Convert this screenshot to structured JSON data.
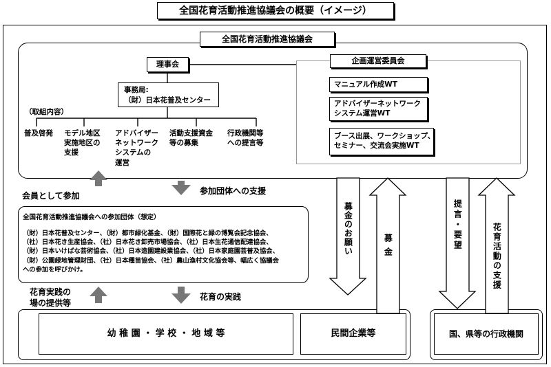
{
  "title": "全国花育活動推進協議会の概要（イメージ）",
  "council_name": "全国花育活動推進協議会",
  "board": "理事会",
  "secretariat": "事務局:\n（財）日本花普及センター",
  "activities_heading": "（取組内容）",
  "activities": [
    "普及啓発",
    "モデル地区\n実施地区の\n支援",
    "アドバイザー\nネットワーク\nシステムの\n運営",
    "活動支援資金\n等の募集",
    "行政機関等\nへの提言等"
  ],
  "planning_committee": "企画運営委員会",
  "working_teams": [
    "マニュアル作成WT",
    "アドバイザーネットワーク\nシステム運営WT",
    "ブース出展、ワークショップ、\nセミナー、交流会実施WT"
  ],
  "member_label": "会員として参加",
  "support_label": "参加団体への支援",
  "groups_title": "全国花育活動推進協議会への参加団体（想定）",
  "groups_body": "（財）日本花普及センター、（財）都市緑化基金、（財）国際花と緑の博覧会記念協会、\n（社）日本花き生産協会、（社）日本花き卸売市場協会、（社）日本生花通信配達協会、\n（財）日本いけばな芸術協会、（社）日本造園建設業協会、（社）日本家庭園芸普及協会、\n（財）公園緑地管理財団、（社）日本種苗協会、（社）農山漁村文化協会等、幅広く協議会\nへの参加を呼びかけ。",
  "venue_label": "花育実践の\n場の提供等",
  "practice_label": "花育の実践",
  "schools": "幼 稚 園 ・ 学 校 ・ 地 域 等",
  "companies": "民間企業等",
  "government": "国、県等の行政機関",
  "fund_request": "募金のお願い",
  "donation": "募金",
  "proposal": "提言・要望",
  "gov_support": "花育活動の支援"
}
